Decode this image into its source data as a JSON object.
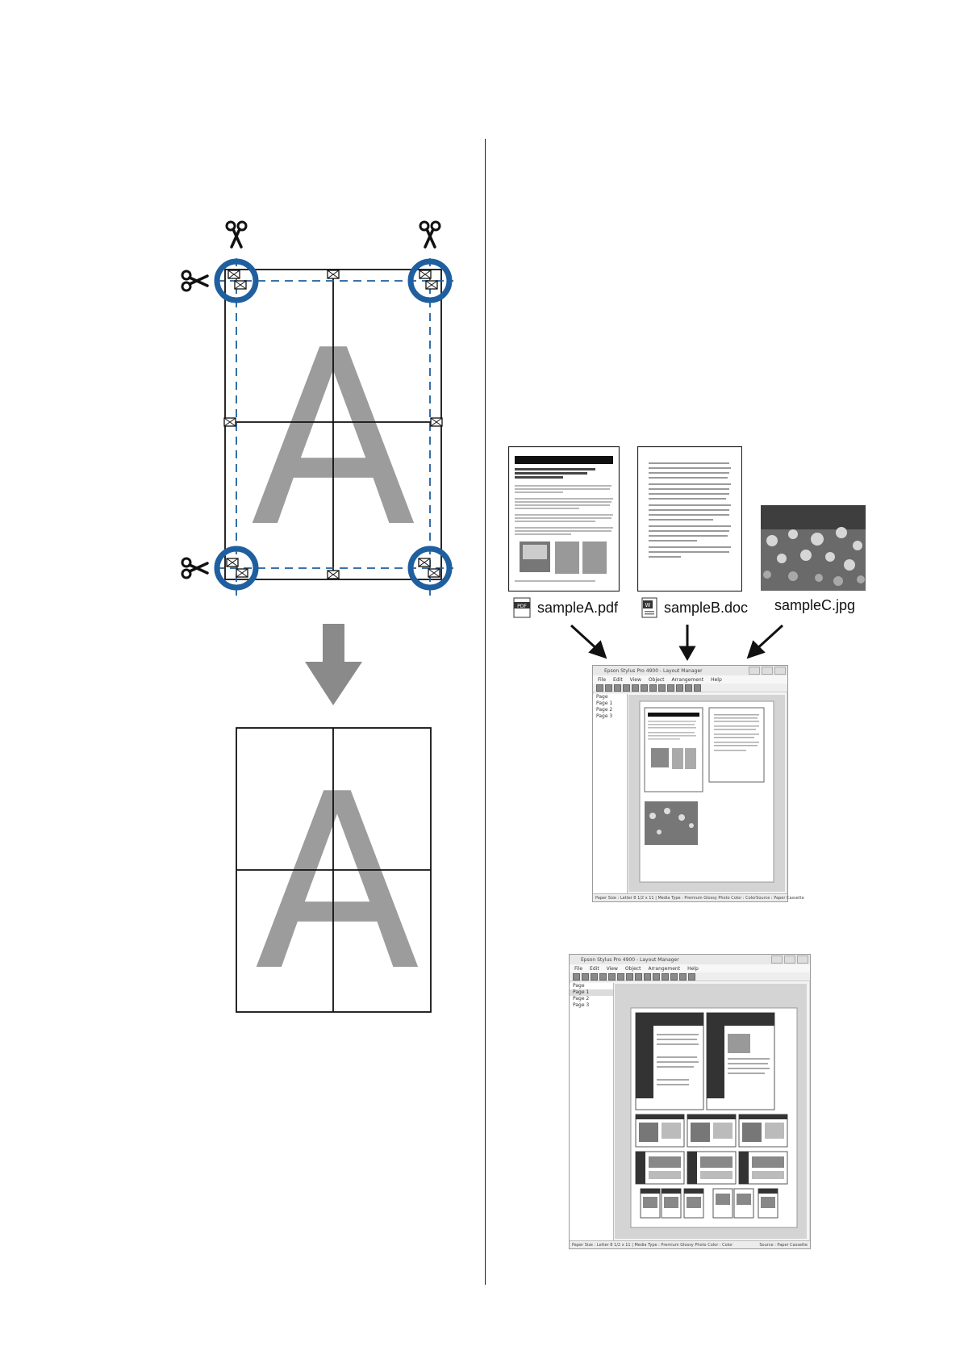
{
  "left_diagram": {
    "letter": "A"
  },
  "samples": [
    {
      "name": "sampleA.pdf",
      "icon": "pdf-file-icon",
      "badge": "PDF"
    },
    {
      "name": "sampleB.doc",
      "icon": "doc-file-icon",
      "badge": "W"
    },
    {
      "name": "sampleC.jpg",
      "icon": "jpg-file-icon"
    }
  ],
  "layout_manager_1": {
    "title": "Epson Stylus Pro 4900 - Layout Manager",
    "menus": [
      "File",
      "Edit",
      "View",
      "Object",
      "Arrangement",
      "Help"
    ],
    "sidebar_header": "Page",
    "pages": [
      "Page 1",
      "Page 2",
      "Page 3"
    ],
    "status_left": "Paper Size : Letter 8 1/2 x 11  |  Media Type : Premium Glossy Photo  Color : Color",
    "status_right": "Source : Paper Cassette"
  },
  "layout_manager_2": {
    "title": "Epson Stylus Pro 4900 - Layout Manager",
    "menus": [
      "File",
      "Edit",
      "View",
      "Object",
      "Arrangement",
      "Help"
    ],
    "sidebar_header": "Page",
    "pages": [
      "Page 1",
      "Page 2",
      "Page 3"
    ],
    "status_left": "Paper Size : Letter 8 1/2 x 11  |  Media Type : Premium Glossy Photo  Color : Color",
    "status_right": "Source : Paper Cassette"
  },
  "colors": {
    "accent_blue": "#1f5f9f",
    "letter_gray": "#9c9c9c"
  }
}
